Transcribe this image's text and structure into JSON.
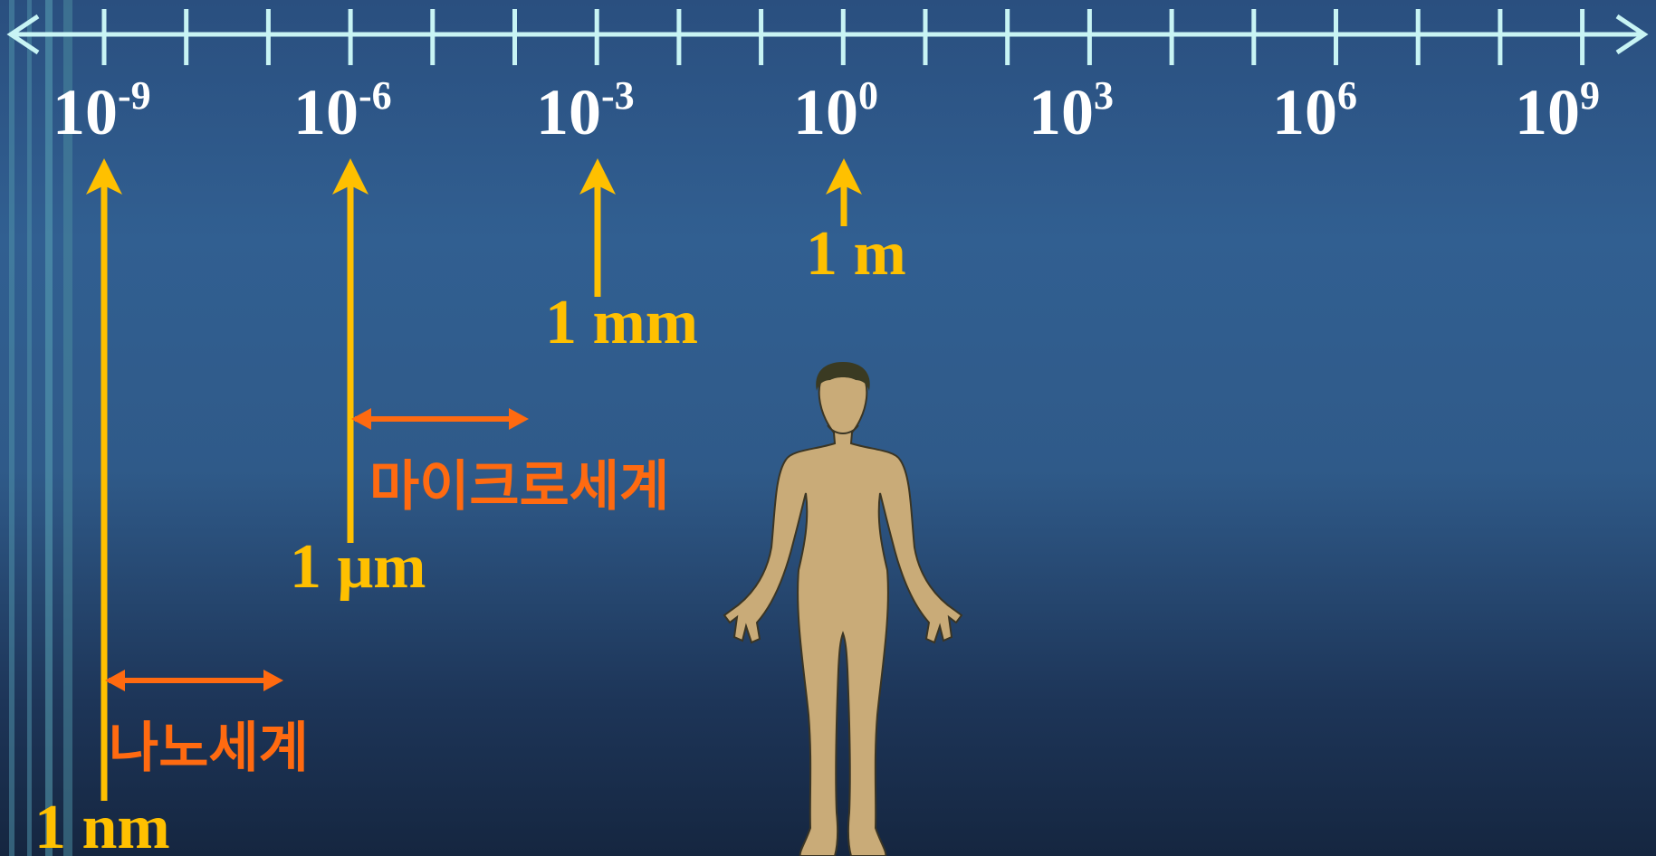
{
  "scale": {
    "exponents": [
      {
        "base": "10",
        "exp": "-9"
      },
      {
        "base": "10",
        "exp": "-6"
      },
      {
        "base": "10",
        "exp": "-3"
      },
      {
        "base": "10",
        "exp": "0"
      },
      {
        "base": "10",
        "exp": "3"
      },
      {
        "base": "10",
        "exp": "6"
      },
      {
        "base": "10",
        "exp": "9"
      }
    ]
  },
  "units": {
    "nm": "1 nm",
    "um": "1 μm",
    "mm": "1 mm",
    "m": "1 m"
  },
  "worlds": {
    "nano": "나노세계",
    "micro": "마이크로세계"
  },
  "colors": {
    "axis": "#c8f4f4",
    "exponent_text": "#ffffff",
    "unit_arrow": "#ffc000",
    "world_arrow": "#ff6a10",
    "figure_skin": "#c9ab78",
    "figure_hair": "#3a3a22"
  }
}
